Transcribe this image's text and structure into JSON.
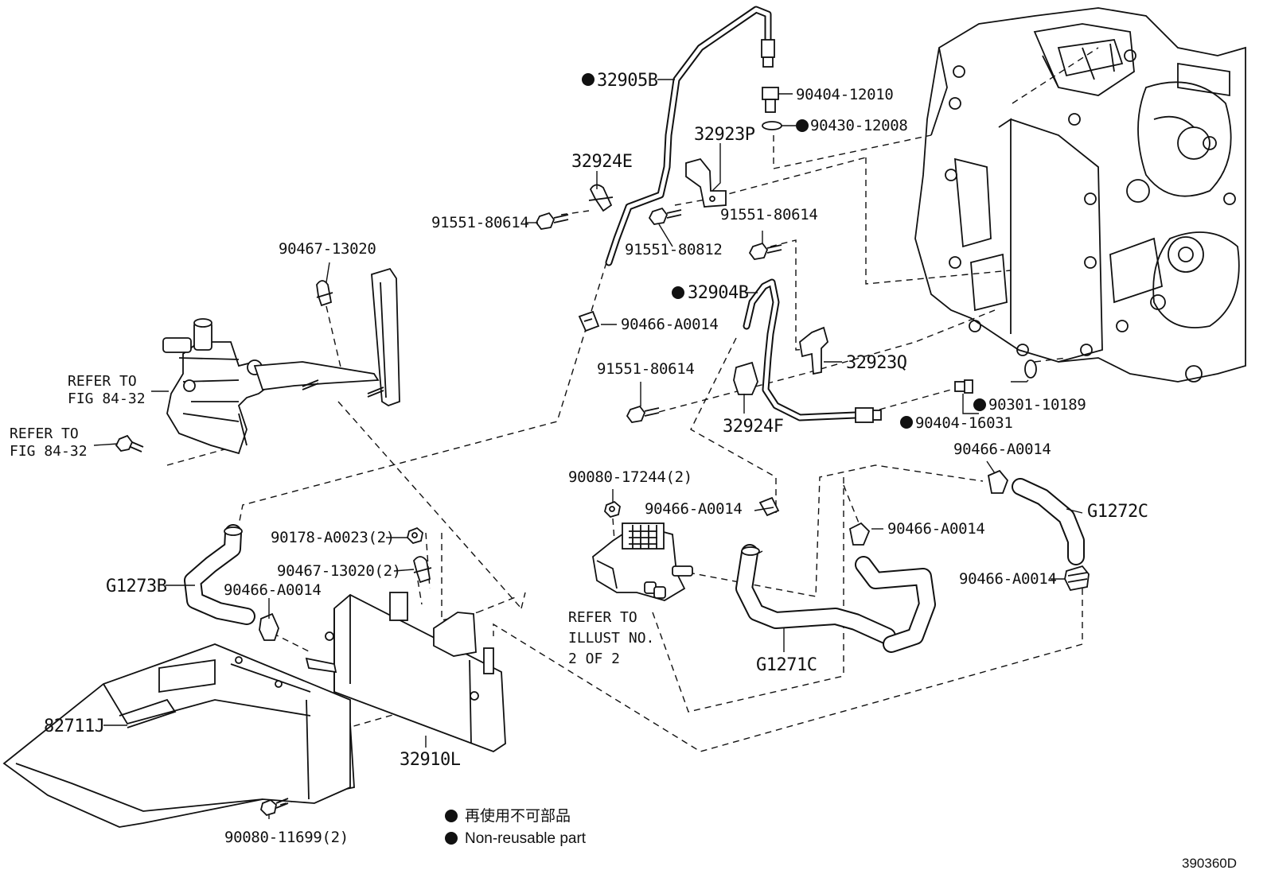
{
  "diagram_id": "390360D",
  "legend": {
    "japanese": "再使用不可部品",
    "english": "Non-reusable part"
  },
  "refer_notes": {
    "fig_upper": [
      "REFER TO",
      "FIG 84-32"
    ],
    "fig_lower": [
      "REFER TO",
      "FIG 84-32"
    ],
    "illust": [
      "REFER TO",
      "ILLUST NO.",
      "2 OF 2"
    ]
  },
  "parts": {
    "p32905B": "32905B",
    "p90404_12010": "90404-12010",
    "p90430_12008": "90430-12008",
    "p32923P": "32923P",
    "p32924E": "32924E",
    "p91551_80614_a": "91551-80614",
    "p91551_80812": "91551-80812",
    "p91551_80614_b": "91551-80614",
    "p90467_13020": "90467-13020",
    "p32904B": "32904B",
    "p90466_A0014_a": "90466-A0014",
    "p91551_80614_c": "91551-80614",
    "p32923Q": "32923Q",
    "p90301_10189": "90301-10189",
    "p90404_16031": "90404-16031",
    "p32924F": "32924F",
    "p90466_A0014_b": "90466-A0014",
    "p90080_17244": "90080-17244(2)",
    "p90466_A0014_c": "90466-A0014",
    "pG1272C": "G1272C",
    "p90466_A0014_d": "90466-A0014",
    "p90466_A0014_e": "90466-A0014",
    "p90178_A0023": "90178-A0023(2)",
    "p90467_13020_2": "90467-13020(2)",
    "pG1273B": "G1273B",
    "p90466_A0014_f": "90466-A0014",
    "pG1271C": "G1271C",
    "p82711J": "82711J",
    "p32910L": "32910L",
    "p90080_11699": "90080-11699(2)"
  }
}
